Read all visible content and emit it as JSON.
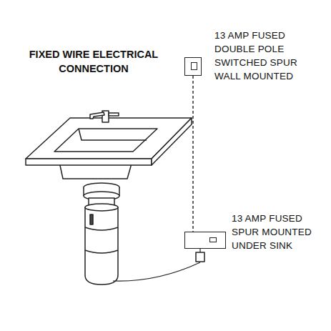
{
  "diagram": {
    "title": "FIXED WIRE ELECTRICAL CONNECTION",
    "nodes": [
      {
        "text": [
          "13 AMP FUSED DOUBLE POLE SWITCHED SPUR WALL MOUNTED"
        ]
      },
      {
        "text": [
          "13 AMP FUSED SPUR MOUNTED UNDER SINK"
        ]
      }
    ],
    "edges": [
      {
        "from": 0,
        "to": 1,
        "arrow": "none"
      }
    ]
  }
}
